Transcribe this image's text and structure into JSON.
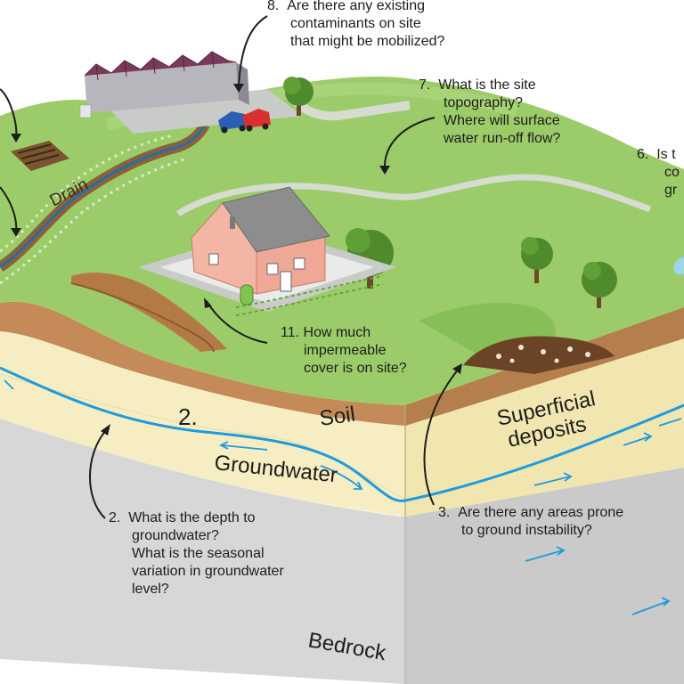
{
  "questions": {
    "q8": {
      "num": "8.",
      "lines": [
        "Are there any existing",
        "contaminants on site",
        "that might be mobilized?"
      ]
    },
    "q7": {
      "num": "7.",
      "lines": [
        "What is the site",
        "topography?",
        "Where will surface",
        "water run-off flow?"
      ]
    },
    "q6": {
      "num": "6.",
      "lines": [
        "Is t",
        "co",
        "gr"
      ]
    },
    "q11": {
      "num": "11.",
      "lines": [
        "How much",
        "impermeable",
        "cover is on site?"
      ]
    },
    "q2": {
      "num": "2.",
      "lines": [
        "What is the depth to",
        "groundwater?",
        "What is the seasonal",
        "variation in groundwater",
        "level?"
      ]
    },
    "q3": {
      "num": "3.",
      "lines": [
        "Are there any areas prone",
        "to ground instability?"
      ]
    }
  },
  "layers": {
    "drain": "Drain",
    "soil": "Soil",
    "superficial_1": "Superficial",
    "superficial_2": "deposits",
    "groundwater": "Groundwater",
    "bedrock": "Bedrock",
    "marker_2": "2."
  },
  "colors": {
    "grass": "#9ccc6a",
    "grass_light": "#b5da88",
    "soil": "#c8915e",
    "superficial": "#f8f0c4",
    "bedrock": "#d9d9d9",
    "bedrock_side": "#c9c9c9",
    "water": "#1e9be0",
    "house": "#f4b6a4",
    "roof": "#8a8a8a"
  }
}
